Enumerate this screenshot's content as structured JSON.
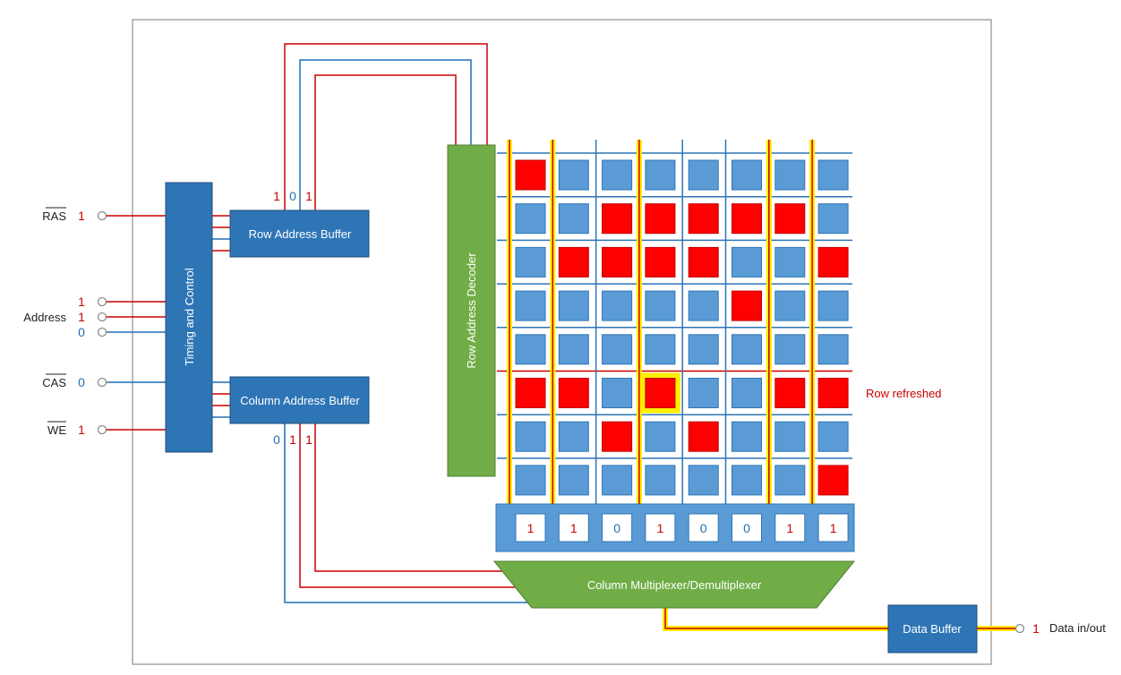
{
  "colors": {
    "red": "#cc0000",
    "blue": "#1f6fb5",
    "block_blue": "#2e75b6",
    "cell_blue": "#5b9bd5",
    "cell_red": "#ff0000",
    "green": "#70ad47",
    "yellow": "#ffee00",
    "frame": "#a6a6a6"
  },
  "signals": {
    "ras": {
      "label": "RAS",
      "value": "1"
    },
    "address": {
      "label": "Address",
      "values": [
        "1",
        "1",
        "0"
      ]
    },
    "cas": {
      "label": "CAS",
      "value": "0"
    },
    "we": {
      "label": "WE",
      "value": "1"
    }
  },
  "blocks": {
    "timing": "Timing and Control",
    "row_buffer": "Row Address Buffer",
    "column_buffer": "Column Address Buffer",
    "row_decoder": "Row Address Decoder",
    "column_mux": "Column Multiplexer/Demultiplexer",
    "data_buffer": "Data Buffer"
  },
  "row_buffer_bits": [
    "1",
    "0",
    "1"
  ],
  "column_buffer_bits": [
    "0",
    "1",
    "1"
  ],
  "memory_array": {
    "cells": [
      [
        1,
        0,
        0,
        0,
        0,
        0,
        0,
        0
      ],
      [
        0,
        0,
        1,
        1,
        1,
        1,
        1,
        0
      ],
      [
        0,
        1,
        1,
        1,
        1,
        0,
        0,
        1
      ],
      [
        0,
        0,
        0,
        0,
        0,
        1,
        0,
        0
      ],
      [
        0,
        0,
        0,
        0,
        0,
        0,
        0,
        0
      ],
      [
        1,
        1,
        0,
        1,
        0,
        0,
        1,
        1
      ],
      [
        0,
        0,
        1,
        0,
        1,
        0,
        0,
        0
      ],
      [
        0,
        0,
        0,
        0,
        0,
        0,
        0,
        1
      ]
    ],
    "highlighted_columns": [
      0,
      1,
      3,
      6,
      7
    ],
    "refreshed_row": 5,
    "selected_cell": {
      "row": 5,
      "col": 3
    }
  },
  "sense_amp_values": [
    "1",
    "1",
    "0",
    "1",
    "0",
    "0",
    "1",
    "1"
  ],
  "row_refreshed_label": "Row refreshed",
  "data_io": {
    "value": "1",
    "label": "Data in/out"
  }
}
